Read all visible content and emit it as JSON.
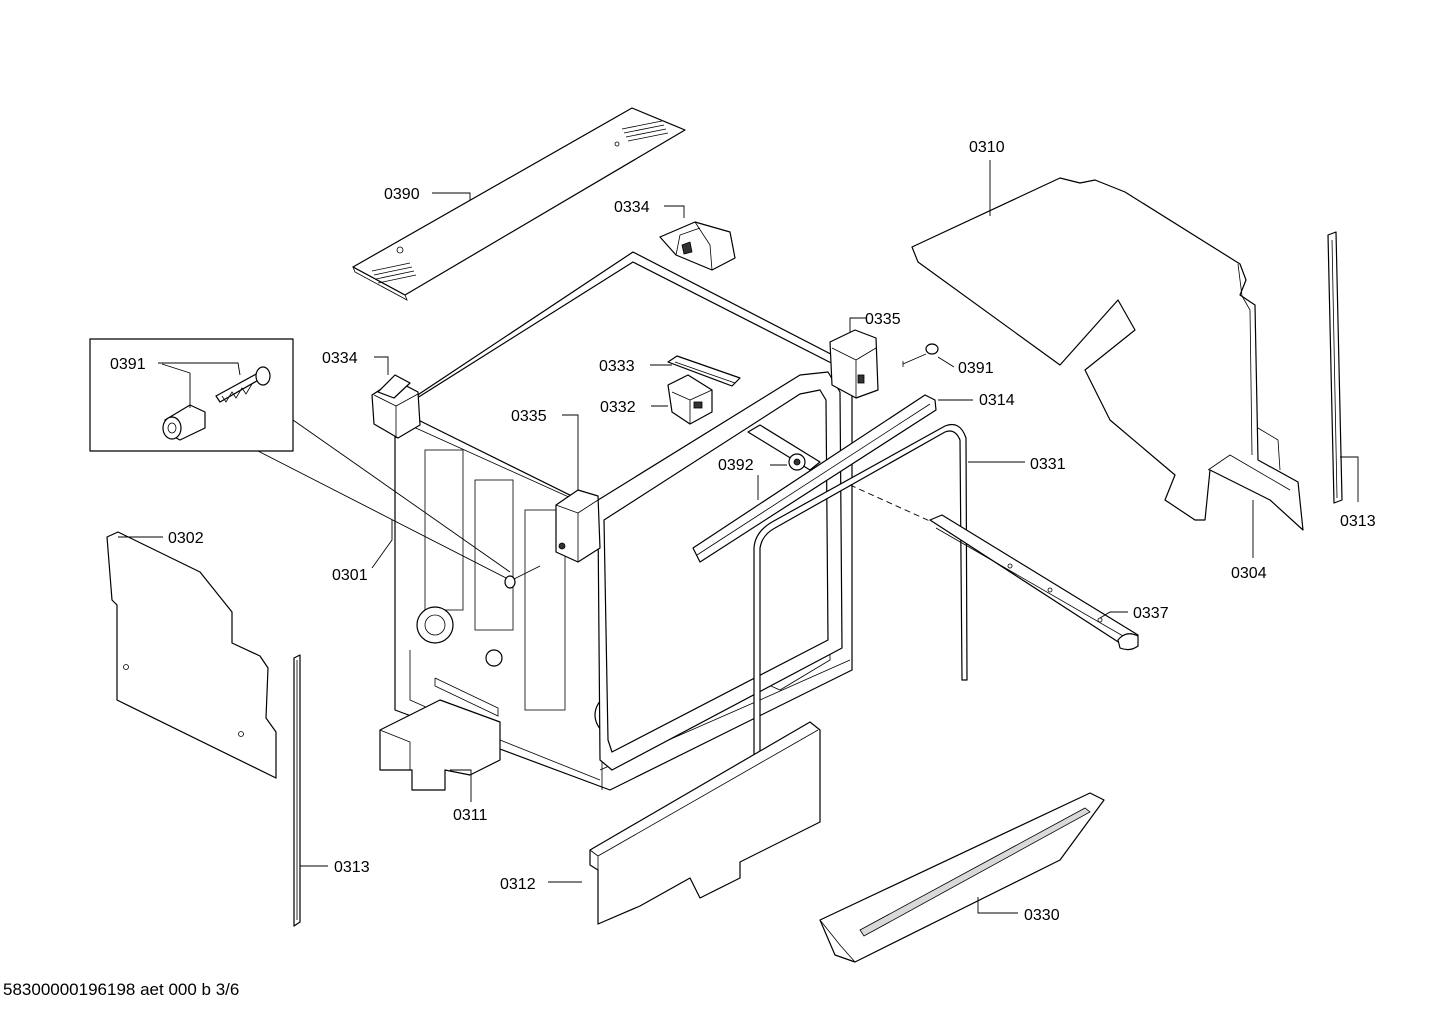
{
  "footer": "58300000196198 aet 000 b 3/6",
  "labels": {
    "l0310": "0310",
    "l0390": "0390",
    "l0334a": "0334",
    "l0334b": "0334",
    "l0335a": "0335",
    "l0335b": "0335",
    "l0333": "0333",
    "l0332": "0332",
    "l0391a": "0391",
    "l0391b": "0391",
    "l0314": "0314",
    "l0392": "0392",
    "l0331": "0331",
    "l0313a": "0313",
    "l0313b": "0313",
    "l0304": "0304",
    "l0302": "0302",
    "l0301": "0301",
    "l0337": "0337",
    "l0311": "0311",
    "l0312": "0312",
    "l0330": "0330"
  }
}
